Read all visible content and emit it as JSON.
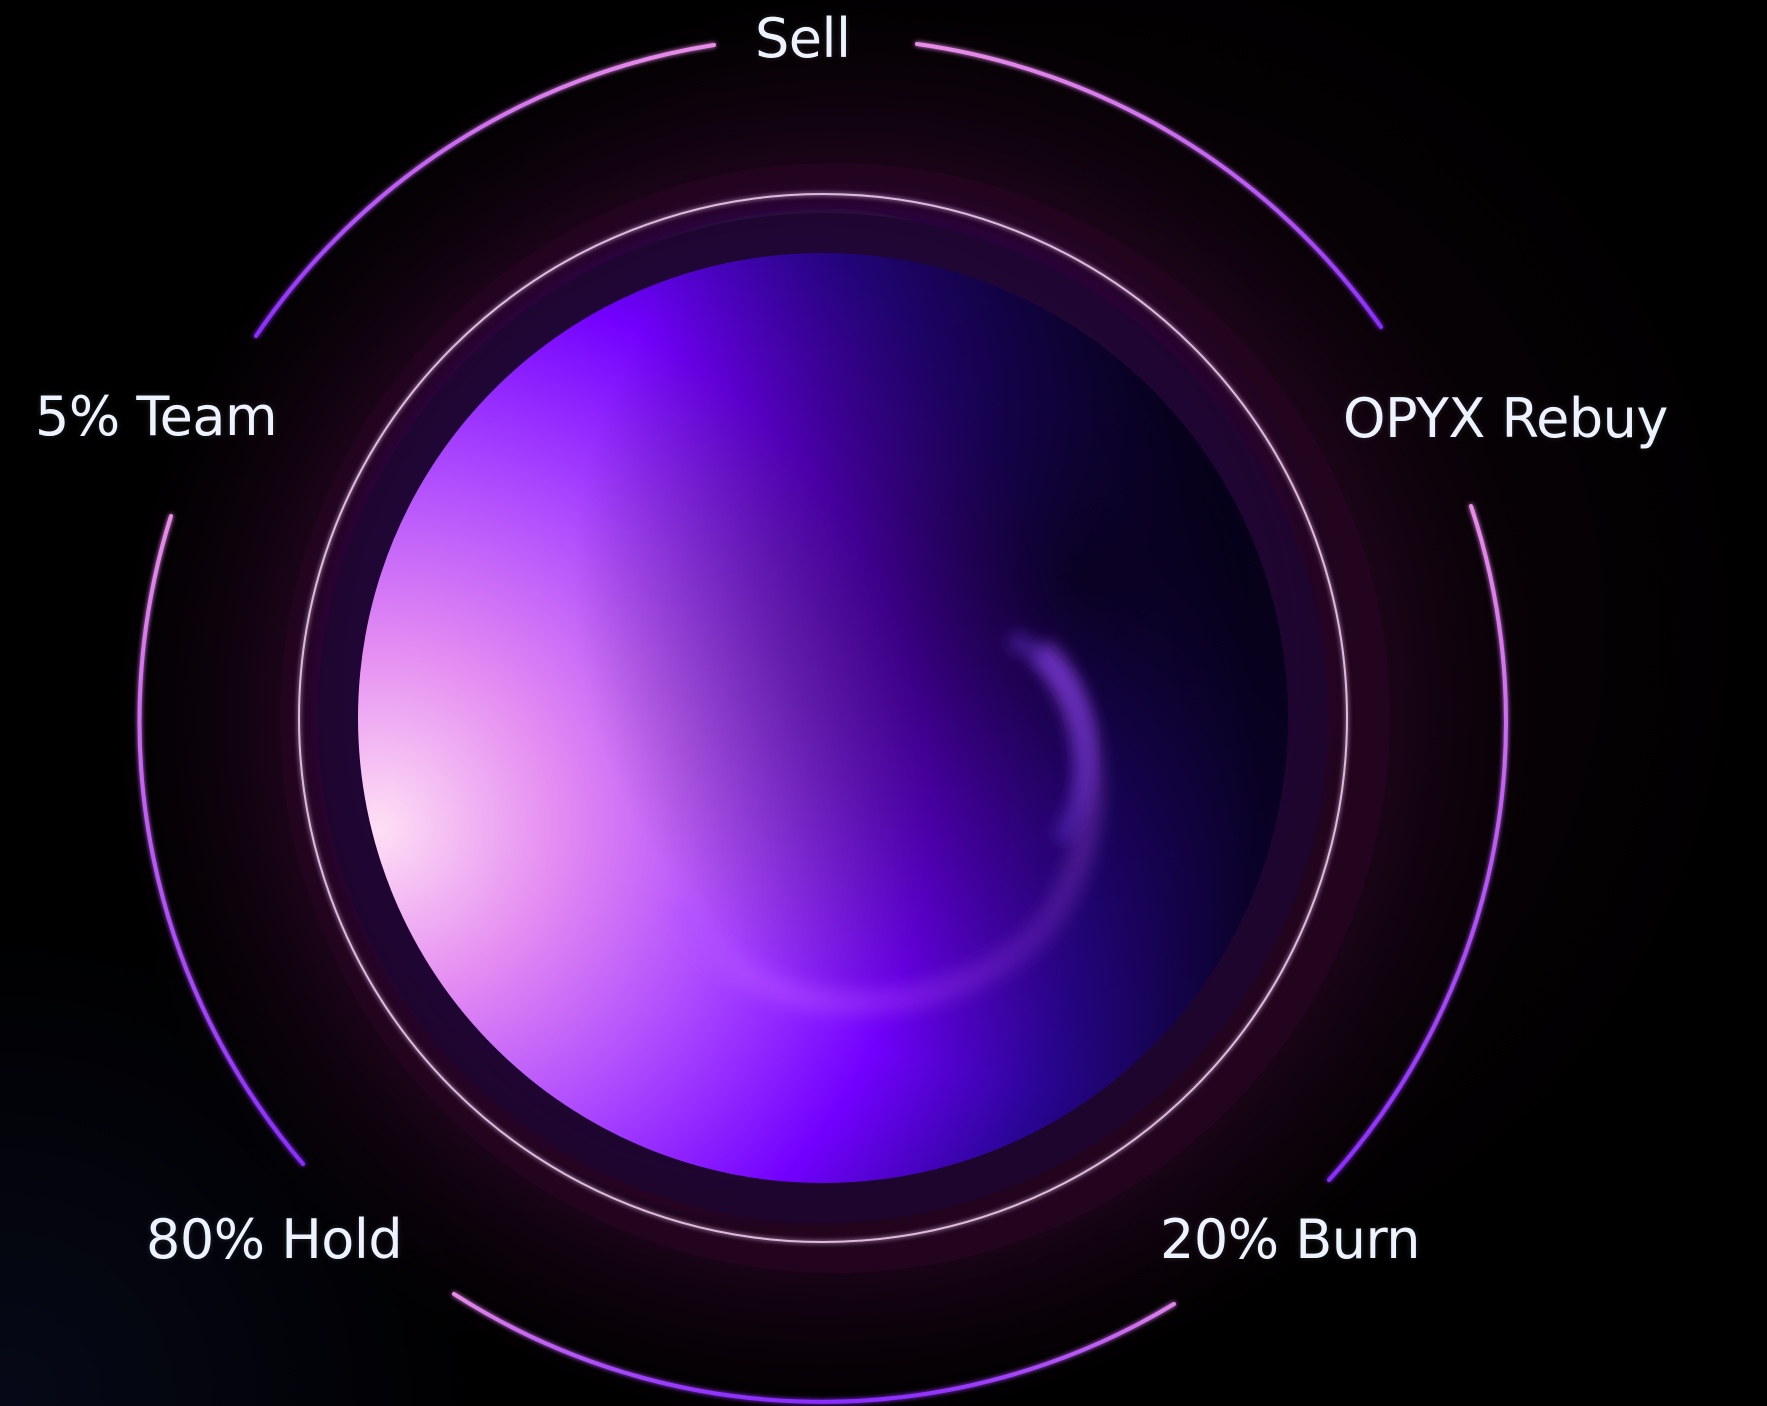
{
  "diagram": {
    "labels": {
      "sell": "Sell",
      "team": "5% Team",
      "rebuy": "OPYX Rebuy",
      "hold": "80% Hold",
      "burn": "20% Burn"
    },
    "colors": {
      "background": "#000000",
      "arc_top": "#e68be6",
      "arc_bottom": "#8a2cff",
      "orb_core": "#7a00ff",
      "orb_highlight": "#ffd2f0",
      "inner_ring": "#f0c8f0",
      "label_text": "#eef4ff"
    }
  }
}
